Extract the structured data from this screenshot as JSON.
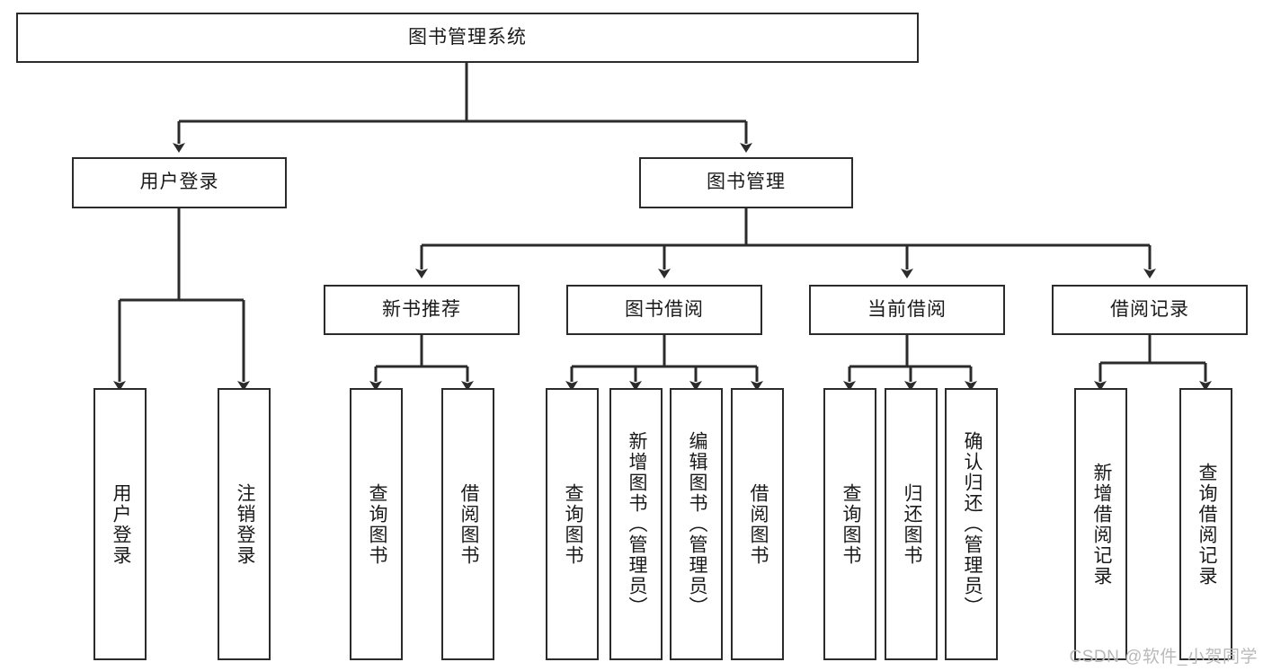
{
  "diagram": {
    "type": "tree-hierarchy",
    "title": "图书管理系统",
    "watermark": "CSDN @软件_小贺同学",
    "colors": {
      "stroke": "#2b2b2b",
      "fill": "#ffffff",
      "text": "#1a1a1a",
      "watermark": "#b9b9b9"
    },
    "levels": [
      {
        "level": 1,
        "nodes": [
          {
            "id": "root",
            "label": "图书管理系统",
            "orientation": "horizontal"
          }
        ]
      },
      {
        "level": 2,
        "nodes": [
          {
            "id": "user-login",
            "label": "用户登录",
            "orientation": "horizontal",
            "parent": "root"
          },
          {
            "id": "book-manage",
            "label": "图书管理",
            "orientation": "horizontal",
            "parent": "root"
          }
        ]
      },
      {
        "level": 3,
        "nodes": [
          {
            "id": "new-book-rec",
            "label": "新书推荐",
            "orientation": "horizontal",
            "parent": "book-manage"
          },
          {
            "id": "book-borrow",
            "label": "图书借阅",
            "orientation": "horizontal",
            "parent": "book-manage"
          },
          {
            "id": "current-borrow",
            "label": "当前借阅",
            "orientation": "horizontal",
            "parent": "book-manage"
          },
          {
            "id": "borrow-record",
            "label": "借阅记录",
            "orientation": "horizontal",
            "parent": "book-manage"
          }
        ]
      },
      {
        "level": 4,
        "nodes": [
          {
            "id": "leaf-user-login",
            "label": "用户登录",
            "orientation": "vertical",
            "parent": "user-login"
          },
          {
            "id": "leaf-logout",
            "label": "注销登录",
            "orientation": "vertical",
            "parent": "user-login"
          },
          {
            "id": "leaf-query-book-1",
            "label": "查询图书",
            "orientation": "vertical",
            "parent": "new-book-rec"
          },
          {
            "id": "leaf-borrow-book-1",
            "label": "借阅图书",
            "orientation": "vertical",
            "parent": "new-book-rec"
          },
          {
            "id": "leaf-query-book-2",
            "label": "查询图书",
            "orientation": "vertical",
            "parent": "book-borrow"
          },
          {
            "id": "leaf-add-book",
            "label": "新增图书（管理员）",
            "orientation": "vertical",
            "parent": "book-borrow"
          },
          {
            "id": "leaf-edit-book",
            "label": "编辑图书（管理员）",
            "orientation": "vertical",
            "parent": "book-borrow"
          },
          {
            "id": "leaf-borrow-book-2",
            "label": "借阅图书",
            "orientation": "vertical",
            "parent": "book-borrow"
          },
          {
            "id": "leaf-query-book-3",
            "label": "查询图书",
            "orientation": "vertical",
            "parent": "current-borrow"
          },
          {
            "id": "leaf-return-book",
            "label": "归还图书",
            "orientation": "vertical",
            "parent": "current-borrow"
          },
          {
            "id": "leaf-confirm-return",
            "label": "确认归还（管理员）",
            "orientation": "vertical",
            "parent": "current-borrow"
          },
          {
            "id": "leaf-add-record",
            "label": "新增借阅记录",
            "orientation": "vertical",
            "parent": "borrow-record"
          },
          {
            "id": "leaf-query-record",
            "label": "查询借阅记录",
            "orientation": "vertical",
            "parent": "borrow-record"
          }
        ]
      }
    ]
  }
}
